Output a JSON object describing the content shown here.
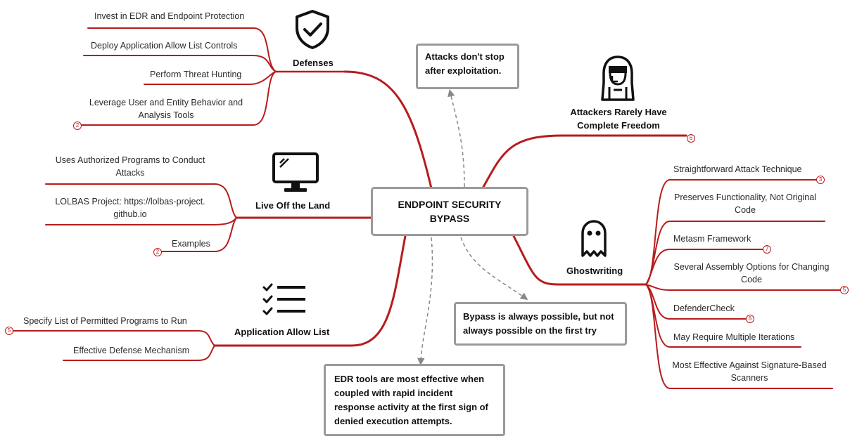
{
  "center": {
    "line1": "ENDPOINT SECURITY",
    "line2": "BYPASS"
  },
  "notes": {
    "attacks": "Attacks don't stop after exploitation.",
    "bypass": "Bypass is always possible, but not always possible on the first try",
    "edr": "EDR tools are most effective when coupled with rapid incident response activity at the first sign of denied execution attempts."
  },
  "defenses": {
    "title": "Defenses",
    "icon": "shield-check-icon",
    "items": [
      "Invest in EDR and Endpoint Protection",
      "Deploy Application Allow List Controls",
      "Perform Threat Hunting",
      "Leverage User and Entity Behavior and Analysis Tools"
    ],
    "badge": "2"
  },
  "attackers": {
    "title": "Attackers Rarely Have Complete Freedom",
    "icon": "hooded-hacker-icon",
    "badge": "6"
  },
  "lotl": {
    "title": "Live Off the Land",
    "icon": "monitor-icon",
    "items": [
      "Uses Authorized Programs to Conduct Attacks",
      "LOLBAS Project: https://lolbas-project. github.io",
      "Examples"
    ],
    "badge": "2"
  },
  "ghost": {
    "title": "Ghostwriting",
    "icon": "ghost-icon",
    "items": [
      {
        "label": "Straightforward Attack Technique",
        "badge": "3"
      },
      {
        "label": "Preserves Functionality, Not Original Code",
        "badge": ""
      },
      {
        "label": "Metasm Framework",
        "badge": "7"
      },
      {
        "label": "Several Assembly Options for Changing Code",
        "badge": "5"
      },
      {
        "label": "DefenderCheck",
        "badge": "6"
      },
      {
        "label": "May Require Multiple Iterations",
        "badge": ""
      },
      {
        "label": "Most Effective Against Signature-Based Scanners",
        "badge": ""
      }
    ]
  },
  "allow": {
    "title": "Application Allow List",
    "icon": "checklist-icon",
    "items": [
      "Specify List of Permitted Programs to Run",
      "Effective Defense Mechanism"
    ],
    "badge": "5"
  },
  "colors": {
    "branch": "#b71c1c",
    "box_border": "#9a9a9a",
    "dashed": "#888888"
  }
}
